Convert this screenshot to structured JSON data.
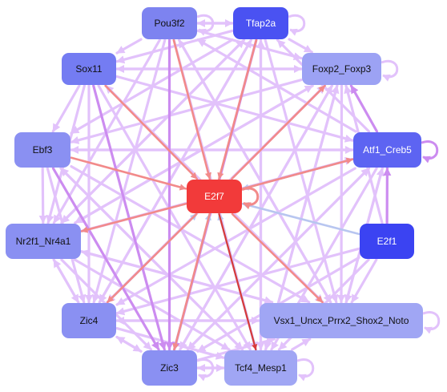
{
  "nodes": [
    {
      "id": "Pou3f2",
      "label": "Pou3f2",
      "color": "#7d83f0"
    },
    {
      "id": "Tfap2a",
      "label": "Tfap2a",
      "color": "#4a52f2"
    },
    {
      "id": "Sox11",
      "label": "Sox11",
      "color": "#747cf2"
    },
    {
      "id": "Foxp2_Foxp3",
      "label": "Foxp2_Foxp3",
      "color": "#9ca2f4"
    },
    {
      "id": "Ebf3",
      "label": "Ebf3",
      "color": "#8a90f2"
    },
    {
      "id": "Atf1_Creb5",
      "label": "Atf1_Creb5",
      "color": "#5d64f2"
    },
    {
      "id": "E2f7",
      "label": "E2f7",
      "color": "#f23a3a"
    },
    {
      "id": "Nr2f1_Nr4a1",
      "label": "Nr2f1_Nr4a1",
      "color": "#8a90f2"
    },
    {
      "id": "E2f1",
      "label": "E2f1",
      "color": "#3b43f2"
    },
    {
      "id": "Zic4",
      "label": "Zic4",
      "color": "#8a90f2"
    },
    {
      "id": "Vsx1",
      "label": "Vsx1_Uncx_Prrx2_Shox2_Noto",
      "color": "#a0a6f4"
    },
    {
      "id": "Zic3",
      "label": "Zic3",
      "color": "#8a90f2"
    },
    {
      "id": "Tcf4_Mesp1",
      "label": "Tcf4_Mesp1",
      "color": "#a0a6f4"
    }
  ],
  "edge_colors": {
    "default": "#e2c2fb",
    "strong": "#cc8cf0",
    "red": "#f28a8a",
    "dark_red": "#d93a3a",
    "blue": "#b8c6f0"
  },
  "edges": [
    {
      "from": "Pou3f2",
      "to": "Tfap2a",
      "style": "default"
    },
    {
      "from": "Tfap2a",
      "to": "Pou3f2",
      "style": "default"
    },
    {
      "from": "Pou3f2",
      "to": "Sox11",
      "style": "default"
    },
    {
      "from": "Pou3f2",
      "to": "Foxp2_Foxp3",
      "style": "default"
    },
    {
      "from": "Pou3f2",
      "to": "Zic3",
      "style": "strong"
    },
    {
      "from": "Pou3f2",
      "to": "Zic4",
      "style": "default"
    },
    {
      "from": "Pou3f2",
      "to": "Tcf4_Mesp1",
      "style": "default"
    },
    {
      "from": "Pou3f2",
      "to": "Vsx1",
      "style": "default"
    },
    {
      "from": "Pou3f2",
      "to": "Nr2f1_Nr4a1",
      "style": "default"
    },
    {
      "from": "Pou3f2",
      "to": "E2f7",
      "style": "red"
    },
    {
      "from": "Tfap2a",
      "to": "Foxp2_Foxp3",
      "style": "default"
    },
    {
      "from": "Tfap2a",
      "to": "Zic3",
      "style": "strong"
    },
    {
      "from": "Tfap2a",
      "to": "Zic4",
      "style": "default"
    },
    {
      "from": "Tfap2a",
      "to": "Tcf4_Mesp1",
      "style": "default"
    },
    {
      "from": "Tfap2a",
      "to": "Vsx1",
      "style": "default"
    },
    {
      "from": "Tfap2a",
      "to": "Nr2f1_Nr4a1",
      "style": "default"
    },
    {
      "from": "Tfap2a",
      "to": "Ebf3",
      "style": "default"
    },
    {
      "from": "Tfap2a",
      "to": "E2f7",
      "style": "red"
    },
    {
      "from": "Tfap2a",
      "to": "Sox11",
      "style": "default"
    },
    {
      "from": "Sox11",
      "to": "Foxp2_Foxp3",
      "style": "default"
    },
    {
      "from": "Sox11",
      "to": "Ebf3",
      "style": "default"
    },
    {
      "from": "Sox11",
      "to": "Zic3",
      "style": "strong"
    },
    {
      "from": "Sox11",
      "to": "Zic4",
      "style": "default"
    },
    {
      "from": "Sox11",
      "to": "Tcf4_Mesp1",
      "style": "default"
    },
    {
      "from": "Sox11",
      "to": "Vsx1",
      "style": "default"
    },
    {
      "from": "Sox11",
      "to": "Atf1_Creb5",
      "style": "default"
    },
    {
      "from": "Sox11",
      "to": "Nr2f1_Nr4a1",
      "style": "default"
    },
    {
      "from": "Sox11",
      "to": "E2f7",
      "style": "red"
    },
    {
      "from": "Foxp2_Foxp3",
      "to": "Zic3",
      "style": "default"
    },
    {
      "from": "Foxp2_Foxp3",
      "to": "Zic4",
      "style": "default"
    },
    {
      "from": "Foxp2_Foxp3",
      "to": "Tcf4_Mesp1",
      "style": "default"
    },
    {
      "from": "Foxp2_Foxp3",
      "to": "Vsx1",
      "style": "default"
    },
    {
      "from": "Foxp2_Foxp3",
      "to": "Nr2f1_Nr4a1",
      "style": "default"
    },
    {
      "from": "Foxp2_Foxp3",
      "to": "Ebf3",
      "style": "default"
    },
    {
      "from": "Foxp2_Foxp3",
      "to": "Sox11",
      "style": "default"
    },
    {
      "from": "Atf1_Creb5",
      "to": "Foxp2_Foxp3",
      "style": "strong"
    },
    {
      "from": "Atf1_Creb5",
      "to": "Zic3",
      "style": "default"
    },
    {
      "from": "Atf1_Creb5",
      "to": "Zic4",
      "style": "default"
    },
    {
      "from": "Atf1_Creb5",
      "to": "Tcf4_Mesp1",
      "style": "default"
    },
    {
      "from": "Atf1_Creb5",
      "to": "Vsx1",
      "style": "default"
    },
    {
      "from": "Atf1_Creb5",
      "to": "Nr2f1_Nr4a1",
      "style": "default"
    },
    {
      "from": "Atf1_Creb5",
      "to": "Ebf3",
      "style": "default"
    },
    {
      "from": "Atf1_Creb5",
      "to": "E2f7",
      "style": "blue"
    },
    {
      "from": "Atf1_Creb5",
      "to": "Tfap2a",
      "style": "default"
    },
    {
      "from": "Atf1_Creb5",
      "to": "Pou3f2",
      "style": "default"
    },
    {
      "from": "E2f1",
      "to": "Atf1_Creb5",
      "style": "strong"
    },
    {
      "from": "E2f1",
      "to": "E2f7",
      "style": "blue"
    },
    {
      "from": "E2f1",
      "to": "Vsx1",
      "style": "default"
    },
    {
      "from": "E2f1",
      "to": "Zic3",
      "style": "default"
    },
    {
      "from": "E2f1",
      "to": "Zic4",
      "style": "default"
    },
    {
      "from": "E2f1",
      "to": "Tcf4_Mesp1",
      "style": "default"
    },
    {
      "from": "E2f1",
      "to": "Foxp2_Foxp3",
      "style": "default"
    },
    {
      "from": "Ebf3",
      "to": "Nr2f1_Nr4a1",
      "style": "default"
    },
    {
      "from": "Ebf3",
      "to": "Zic3",
      "style": "strong"
    },
    {
      "from": "Ebf3",
      "to": "Zic4",
      "style": "default"
    },
    {
      "from": "Ebf3",
      "to": "Tcf4_Mesp1",
      "style": "default"
    },
    {
      "from": "Ebf3",
      "to": "Vsx1",
      "style": "default"
    },
    {
      "from": "Ebf3",
      "to": "Atf1_Creb5",
      "style": "default"
    },
    {
      "from": "Ebf3",
      "to": "E2f7",
      "style": "red"
    },
    {
      "from": "Nr2f1_Nr4a1",
      "to": "Zic3",
      "style": "default"
    },
    {
      "from": "Nr2f1_Nr4a1",
      "to": "Zic4",
      "style": "default"
    },
    {
      "from": "Nr2f1_Nr4a1",
      "to": "Tcf4_Mesp1",
      "style": "default"
    },
    {
      "from": "Nr2f1_Nr4a1",
      "to": "Vsx1",
      "style": "default"
    },
    {
      "from": "Nr2f1_Nr4a1",
      "to": "Atf1_Creb5",
      "style": "default"
    },
    {
      "from": "Nr2f1_Nr4a1",
      "to": "Foxp2_Foxp3",
      "style": "default"
    },
    {
      "from": "Nr2f1_Nr4a1",
      "to": "Tfap2a",
      "style": "default"
    },
    {
      "from": "E2f7",
      "to": "Nr2f1_Nr4a1",
      "style": "red"
    },
    {
      "from": "E2f7",
      "to": "Zic4",
      "style": "red"
    },
    {
      "from": "E2f7",
      "to": "Zic3",
      "style": "red"
    },
    {
      "from": "E2f7",
      "to": "Tcf4_Mesp1",
      "style": "dark_red"
    },
    {
      "from": "E2f7",
      "to": "Vsx1",
      "style": "red"
    },
    {
      "from": "E2f7",
      "to": "Atf1_Creb5",
      "style": "red"
    },
    {
      "from": "E2f7",
      "to": "Foxp2_Foxp3",
      "style": "red"
    },
    {
      "from": "Zic4",
      "to": "Zic3",
      "style": "default"
    },
    {
      "from": "Zic4",
      "to": "Tcf4_Mesp1",
      "style": "default"
    },
    {
      "from": "Zic4",
      "to": "Vsx1",
      "style": "default"
    },
    {
      "from": "Zic4",
      "to": "Nr2f1_Nr4a1",
      "style": "default"
    },
    {
      "from": "Zic4",
      "to": "Tfap2a",
      "style": "default"
    },
    {
      "from": "Zic4",
      "to": "Foxp2_Foxp3",
      "style": "default"
    },
    {
      "from": "Zic4",
      "to": "E2f7",
      "style": "blue"
    },
    {
      "from": "Zic3",
      "to": "Tcf4_Mesp1",
      "style": "default"
    },
    {
      "from": "Zic3",
      "to": "Vsx1",
      "style": "default"
    },
    {
      "from": "Zic3",
      "to": "Zic4",
      "style": "default"
    },
    {
      "from": "Zic3",
      "to": "Foxp2_Foxp3",
      "style": "default"
    },
    {
      "from": "Zic3",
      "to": "Atf1_Creb5",
      "style": "default"
    },
    {
      "from": "Zic3",
      "to": "E2f7",
      "style": "blue"
    },
    {
      "from": "Tcf4_Mesp1",
      "to": "Vsx1",
      "style": "default"
    },
    {
      "from": "Tcf4_Mesp1",
      "to": "Zic3",
      "style": "default"
    },
    {
      "from": "Tcf4_Mesp1",
      "to": "Ebf3",
      "style": "default"
    },
    {
      "from": "Tcf4_Mesp1",
      "to": "Foxp2_Foxp3",
      "style": "default"
    },
    {
      "from": "Tcf4_Mesp1",
      "to": "Tfap2a",
      "style": "default"
    },
    {
      "from": "Tcf4_Mesp1",
      "to": "E2f7",
      "style": "blue"
    },
    {
      "from": "Vsx1",
      "to": "Zic4",
      "style": "default"
    },
    {
      "from": "Vsx1",
      "to": "Nr2f1_Nr4a1",
      "style": "default"
    },
    {
      "from": "Vsx1",
      "to": "Atf1_Creb5",
      "style": "default"
    },
    {
      "from": "Vsx1",
      "to": "Sox11",
      "style": "default"
    },
    {
      "from": "Vsx1",
      "to": "Pou3f2",
      "style": "default"
    }
  ],
  "self_loops": [
    "Pou3f2",
    "Tfap2a",
    "Foxp2_Foxp3",
    "Atf1_Creb5",
    "E2f7",
    "Vsx1",
    "Zic3",
    "Tcf4_Mesp1"
  ]
}
